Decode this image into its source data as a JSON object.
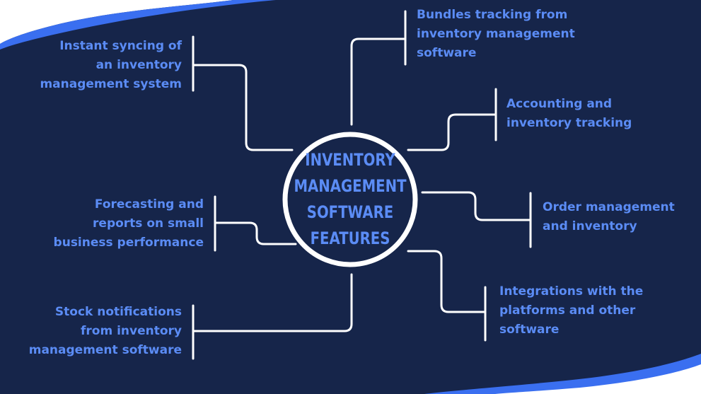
{
  "colors": {
    "background": "#16254a",
    "accent": "#5b8cf5",
    "line": "#ffffff",
    "wave": "#3a6ff0"
  },
  "hub": {
    "lines": [
      "INVENTORY",
      "MANAGEMENT",
      "SOFTWARE",
      "FEATURES"
    ]
  },
  "features": {
    "instant_syncing": [
      "Instant syncing of",
      "an inventory",
      "management system"
    ],
    "bundles_tracking": [
      "Bundles tracking from",
      "inventory management",
      "software"
    ],
    "accounting": [
      "Accounting and",
      "inventory tracking"
    ],
    "forecasting": [
      "Forecasting and",
      "reports on small",
      "business performance"
    ],
    "order_management": [
      "Order management",
      "and inventory"
    ],
    "integrations": [
      "Integrations with the",
      "platforms and other",
      "software"
    ],
    "stock_notifications": [
      "Stock notifications",
      "from inventory",
      "management software"
    ]
  }
}
